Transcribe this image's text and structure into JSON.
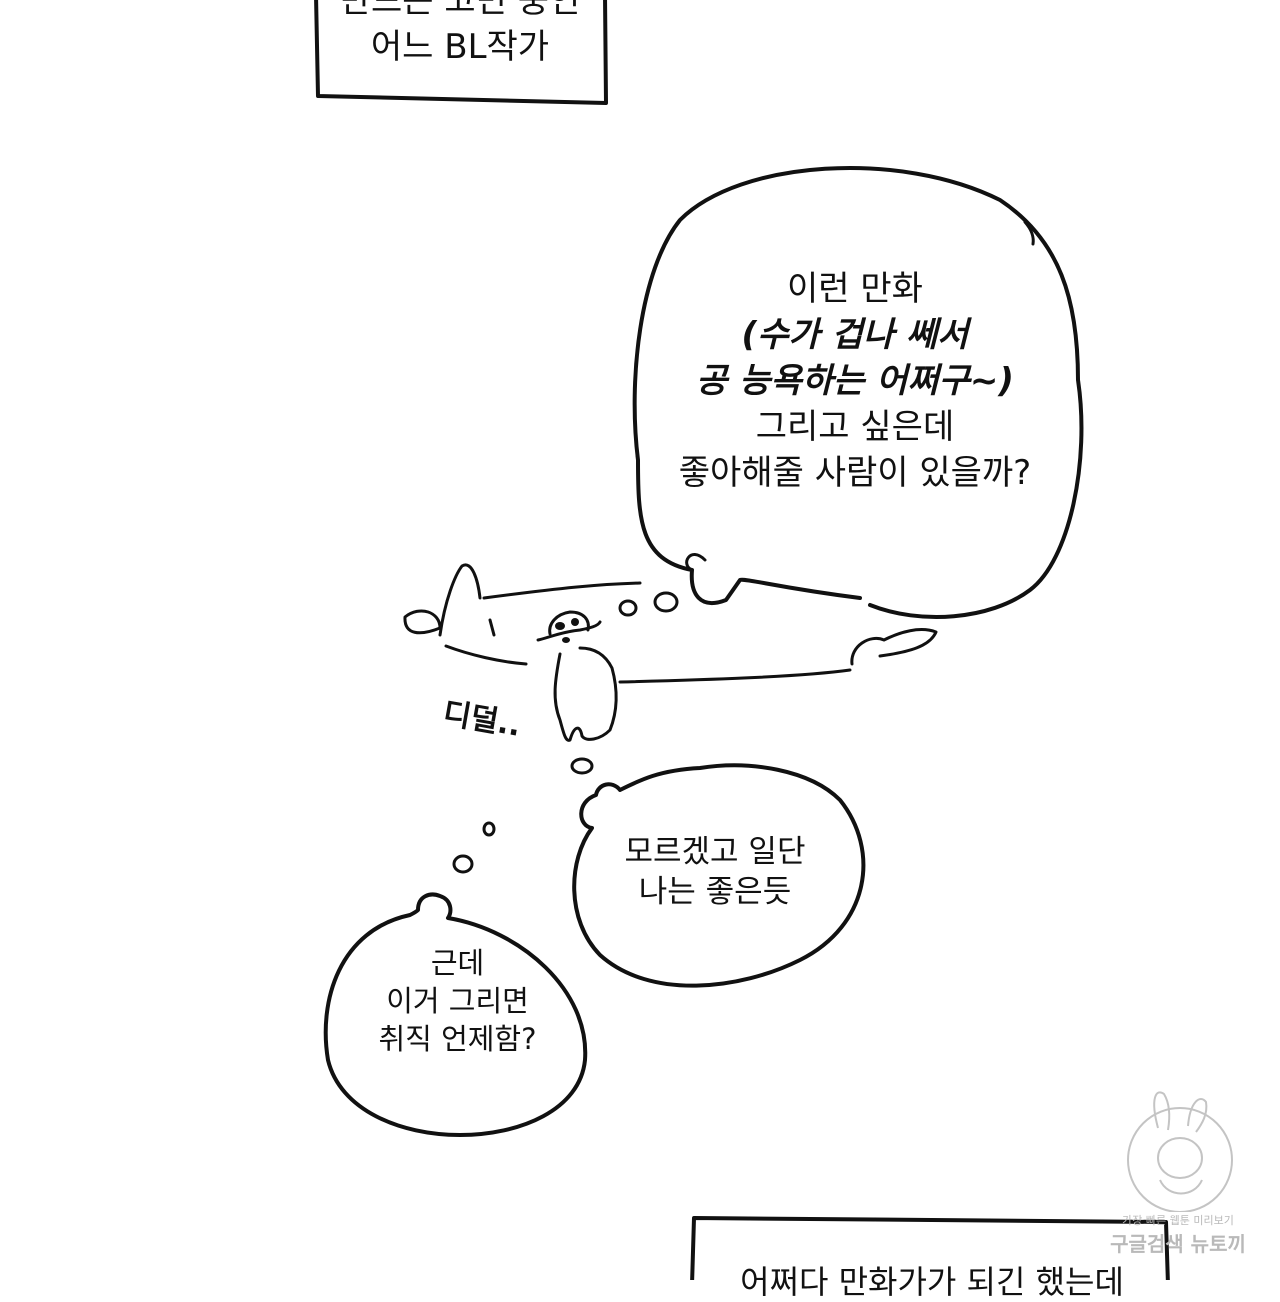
{
  "top_caption": {
    "lines": [
      "만드는 고민 중인",
      "어느 BL작가"
    ]
  },
  "main_bubble": {
    "lines": [
      {
        "text": "이런 만화",
        "style": "normal"
      },
      {
        "text": "(수가 겁나 쎄서",
        "style": "italic"
      },
      {
        "text": "공 능욕하는 어쩌구~)",
        "style": "italic"
      },
      {
        "text": "그리고 싶은데",
        "style": "normal"
      },
      {
        "text": "좋아해줄 사람이 있을까?",
        "style": "normal"
      }
    ]
  },
  "sound_effect": {
    "text": "디덜.."
  },
  "middle_bubble": {
    "lines": [
      "모르겠고 일단",
      "나는 좋은듯"
    ]
  },
  "left_bubble": {
    "lines": [
      "근데",
      "이거 그리면",
      "취직 언제함?"
    ]
  },
  "bottom_caption": {
    "lines": [
      "어쩌다 만화가가 되긴 했는데"
    ]
  },
  "watermark": {
    "line1": "가장 빠른 웹툰 미리보기",
    "line2": "구글검색 뉴토끼",
    "icon": "bunny-girl-mascot-icon"
  },
  "colors": {
    "ink": "#111111",
    "paper": "#ffffff",
    "watermark": "#b9b9b9"
  }
}
